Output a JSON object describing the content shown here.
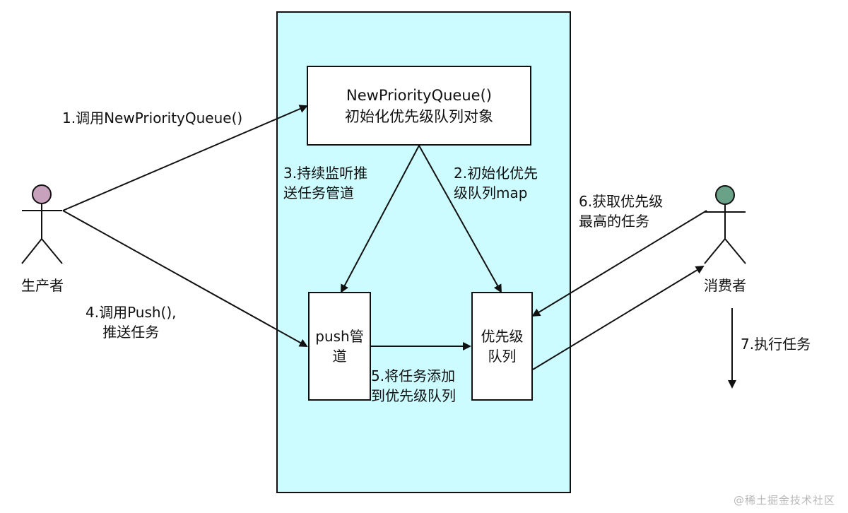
{
  "nodes": {
    "init_box": "NewPriorityQueue()\n初始化优先级队列对象",
    "push_box": "push管\n道",
    "queue_box": "优先级\n队列"
  },
  "actors": {
    "producer": {
      "label": "生产者",
      "head_color": "#c8a2bd"
    },
    "consumer": {
      "label": "消费者",
      "head_color": "#69a287"
    }
  },
  "edges": {
    "step1": "1.调用NewPriorityQueue()",
    "step2": "2.初始化优先\n级队列map",
    "step3": "3.持续监听推\n送任务管道",
    "step4": "4.调用Push(),\n推送任务",
    "step5": "5.将任务添加\n到优先级队列",
    "step6": "6.获取优先级\n最高的任务",
    "step7": "7.执行任务"
  },
  "watermark": "@稀土掘金技术社区",
  "colors": {
    "container": "#ccfcff",
    "line": "#111111",
    "watermark": "#b8b8b8"
  }
}
